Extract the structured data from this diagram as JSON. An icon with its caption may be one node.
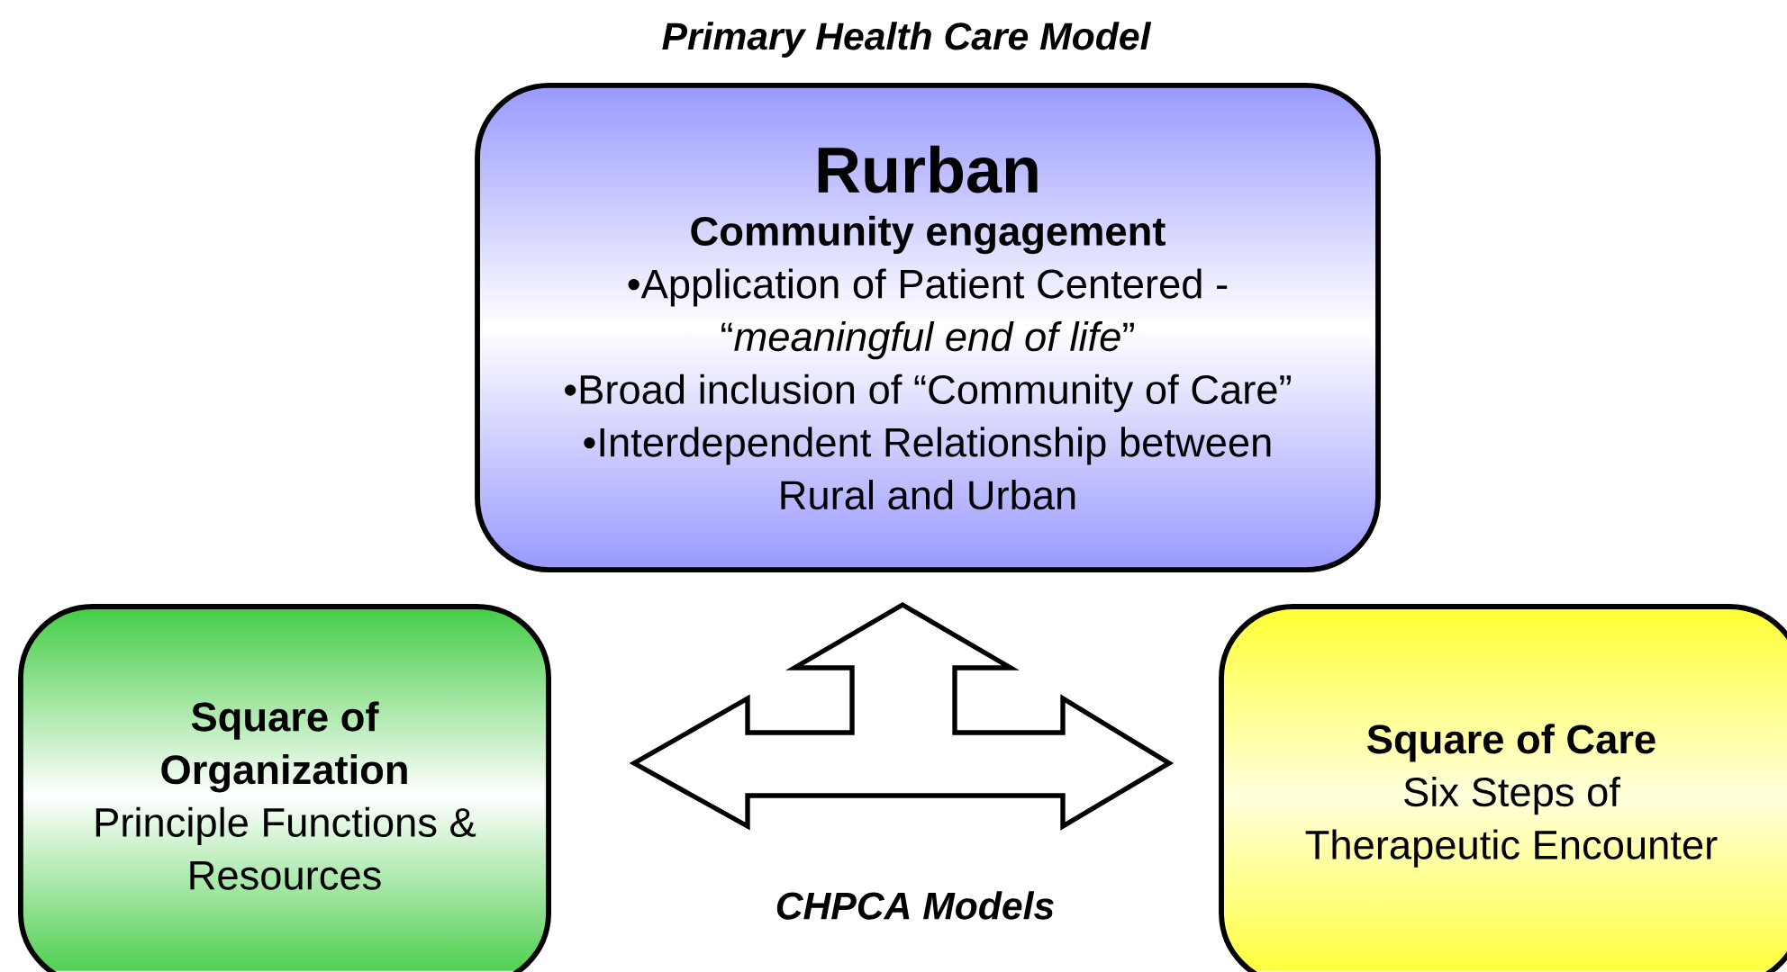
{
  "diagram": {
    "title": "Primary Health Care Model",
    "nodes": [
      {
        "text": [
          "Rurban",
          "Community engagement",
          "•Application of Patient Centered - “*meaningful end of life*”",
          "•Broad inclusion of “Community of Care”",
          "•Interdependent Relationship between Rural and Urban"
        ]
      },
      {
        "text": [
          "Square of Organization",
          "Principle Functions & Resources"
        ]
      },
      {
        "text": [
          "Square of Care",
          "Six Steps of Therapeutic Encounter"
        ]
      }
    ],
    "edges": [
      {
        "from": 1,
        "to": 2,
        "arrow": "both"
      },
      {
        "from": null,
        "to": 0,
        "arrow": "to"
      }
    ],
    "labels": [
      "CHPCA Models"
    ]
  }
}
